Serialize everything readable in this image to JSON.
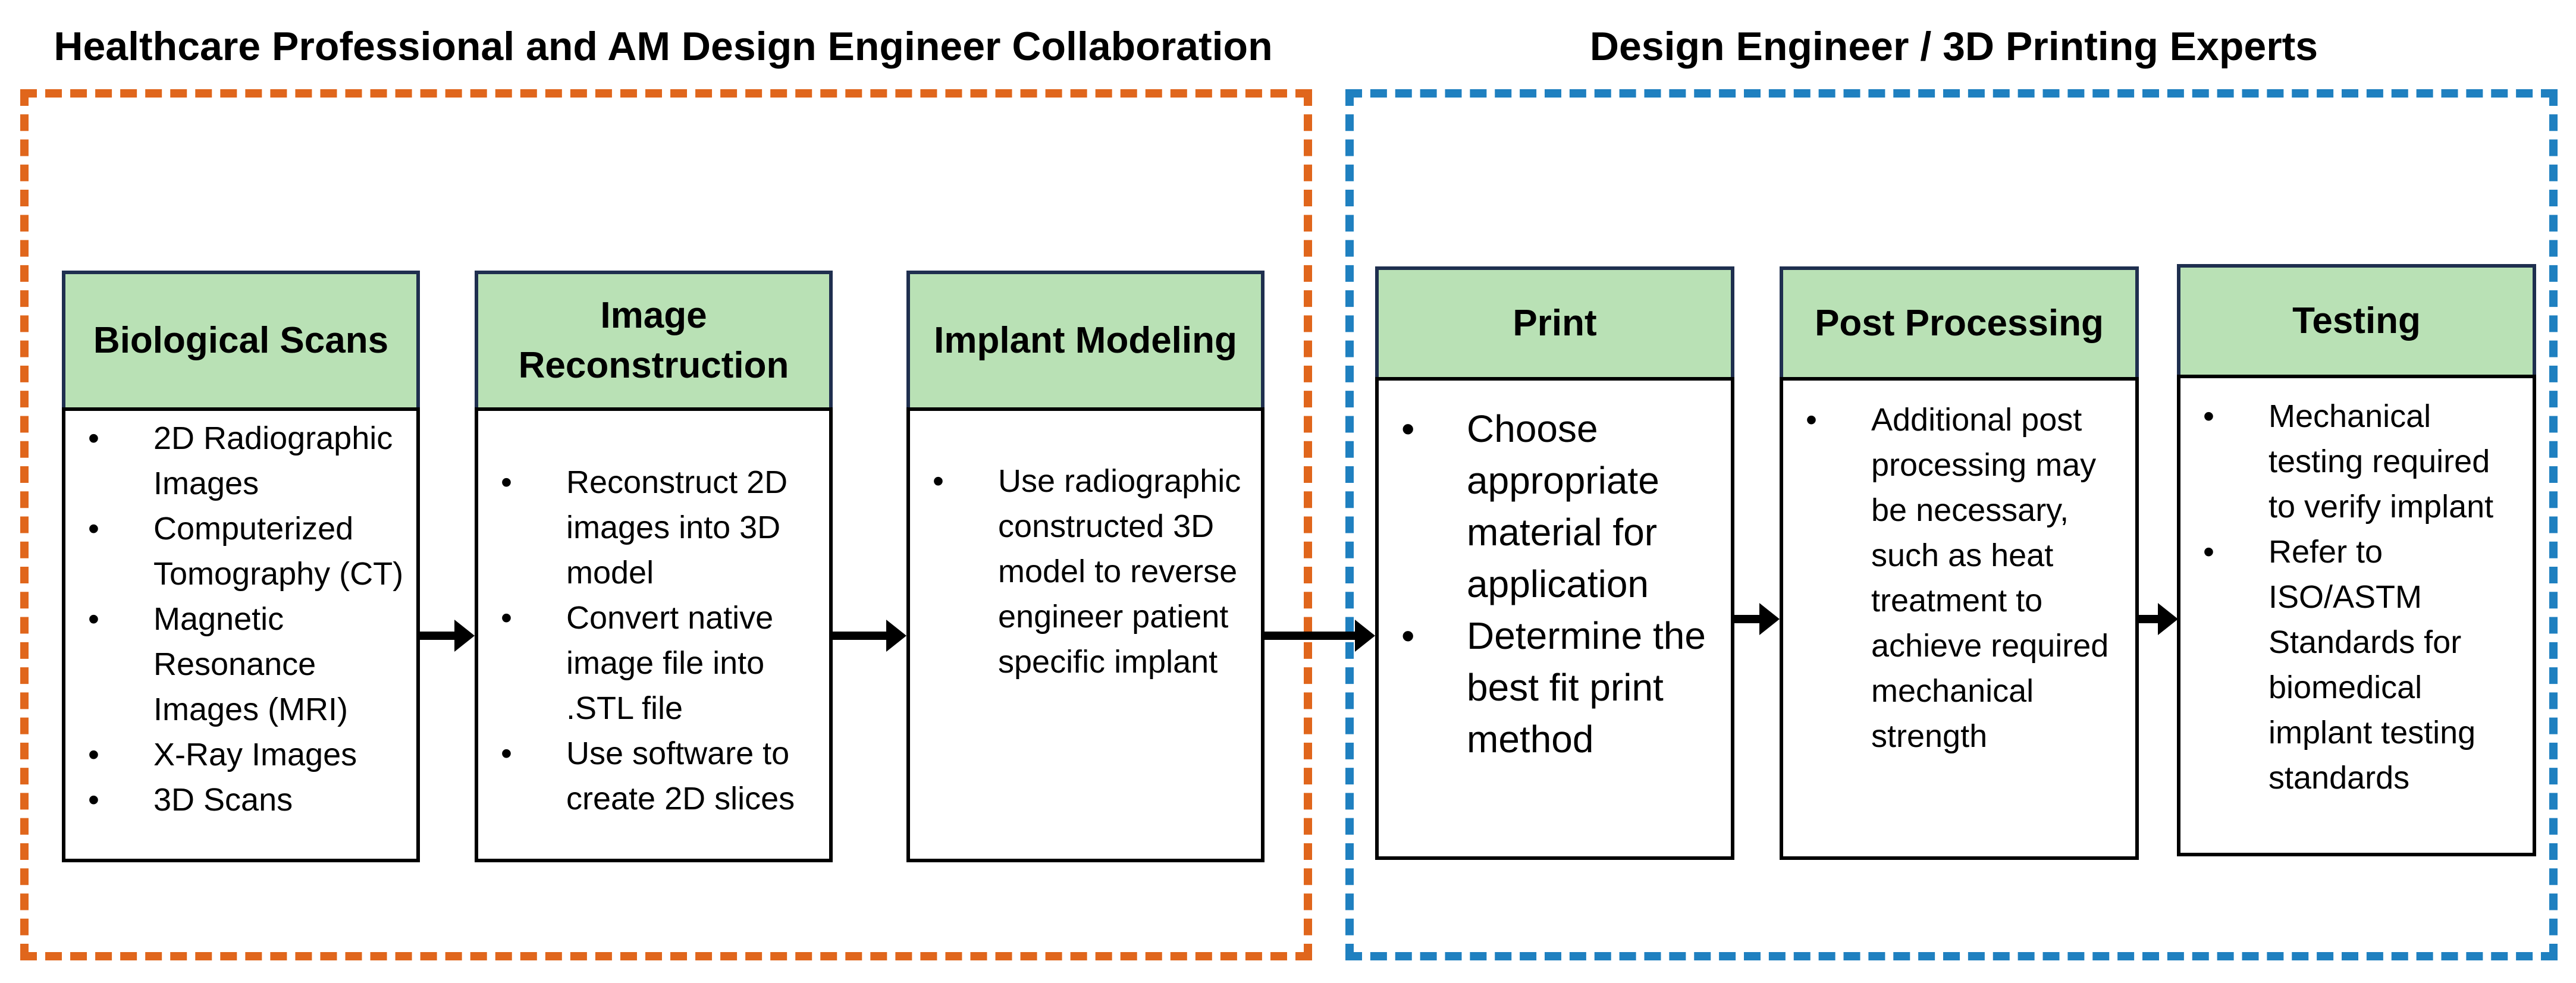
{
  "groups": {
    "left_title": "Healthcare Professional and AM Design Engineer Collaboration",
    "right_title": "Design Engineer / 3D Printing Experts",
    "left_border_color": "#e0661c",
    "right_border_color": "#1f80c0"
  },
  "steps": [
    {
      "title": "Biological Scans",
      "bullets": [
        "2D Radiographic Images",
        "Computerized Tomography (CT)",
        "Magnetic Resonance Images (MRI)",
        "X-Ray Images",
        "3D Scans"
      ]
    },
    {
      "title": "Image Reconstruction",
      "bullets": [
        "Reconstruct 2D images into 3D model",
        "Convert native image file into .STL file",
        "Use software to create 2D slices"
      ]
    },
    {
      "title": "Implant Modeling",
      "bullets": [
        "Use radiographic constructed 3D model to reverse engineer patient specific implant"
      ]
    },
    {
      "title": "Print",
      "bullets": [
        "Choose appropriate material for application",
        "Determine the best fit print method"
      ]
    },
    {
      "title": "Post Processing",
      "bullets": [
        "Additional post processing may be necessary, such as heat treatment to achieve required mechanical strength"
      ]
    },
    {
      "title": "Testing",
      "bullets": [
        "Mechanical testing required to verify implant",
        "Refer to ISO/ASTM Standards for biomedical implant testing standards"
      ]
    }
  ],
  "colors": {
    "header_fill": "#b9e1b5",
    "header_border": "#1f2f4f"
  }
}
